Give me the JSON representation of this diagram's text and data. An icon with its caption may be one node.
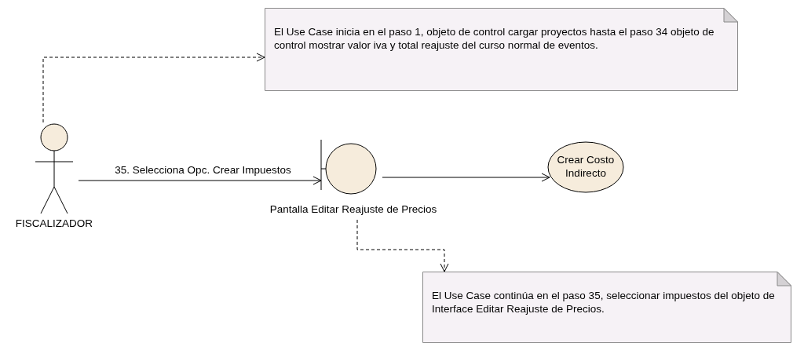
{
  "diagram": {
    "nodes": [
      {
        "text": [
          "El Use Case inicia en el paso 1, objeto de control cargar proyectos hasta el paso 34 objeto de control mostrar valor iva y total reajuste del curso normal de eventos."
        ]
      },
      {
        "text": [
          "FISCALIZADOR"
        ]
      },
      {
        "text": [
          "Pantalla Editar Reajuste de Precios"
        ]
      },
      {
        "text": [
          "Crear Costo Indirecto"
        ]
      },
      {
        "text": [
          "El Use Case continúa en el paso 35, seleccionar impuestos del objeto de Interface Editar Reajuste de Precios."
        ]
      }
    ],
    "edges": [
      {
        "from": 1,
        "to": 0,
        "arrow": "to",
        "style": "dashed"
      },
      {
        "from": 1,
        "to": 2,
        "arrow": "to",
        "label": "35. Selecciona Opc. Crear Impuestos"
      },
      {
        "from": 2,
        "to": 3,
        "arrow": "to"
      },
      {
        "from": 2,
        "to": 4,
        "arrow": "to",
        "style": "dashed"
      }
    ]
  }
}
